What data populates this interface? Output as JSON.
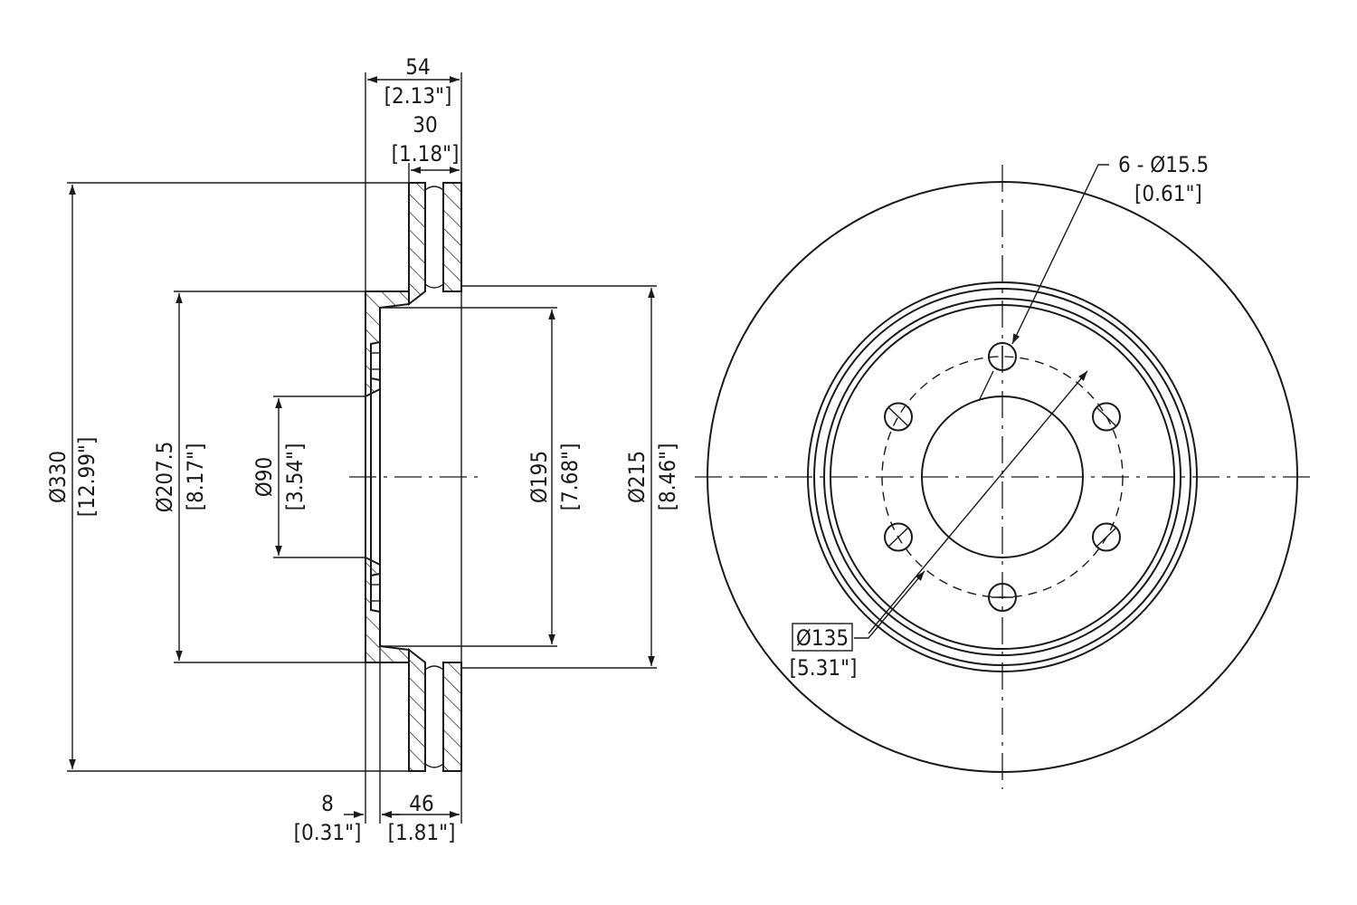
{
  "dimensions": {
    "overall_width": {
      "mm": "54",
      "in": "[2.13\"]"
    },
    "friction_width": {
      "mm": "30",
      "in": "[1.18\"]"
    },
    "outer_diameter": {
      "mm": "Ø330",
      "in": "[12.99\"]"
    },
    "hat_diameter": {
      "mm": "Ø207.5",
      "in": "[8.17\"]"
    },
    "center_bore": {
      "mm": "Ø90",
      "in": "[3.54\"]"
    },
    "inner_diameter": {
      "mm": "Ø195",
      "in": "[7.68\"]"
    },
    "hat_outer_diameter": {
      "mm": "Ø215",
      "in": "[8.46\"]"
    },
    "hat_thickness": {
      "mm": "8",
      "in": "[0.31\"]"
    },
    "hat_height": {
      "mm": "46",
      "in": "[1.81\"]"
    },
    "bolt_holes": {
      "mm": "6 - Ø15.5",
      "in": "[0.61\"]"
    },
    "bolt_circle": {
      "mm": "Ø135",
      "in": "[5.31\"]"
    }
  }
}
